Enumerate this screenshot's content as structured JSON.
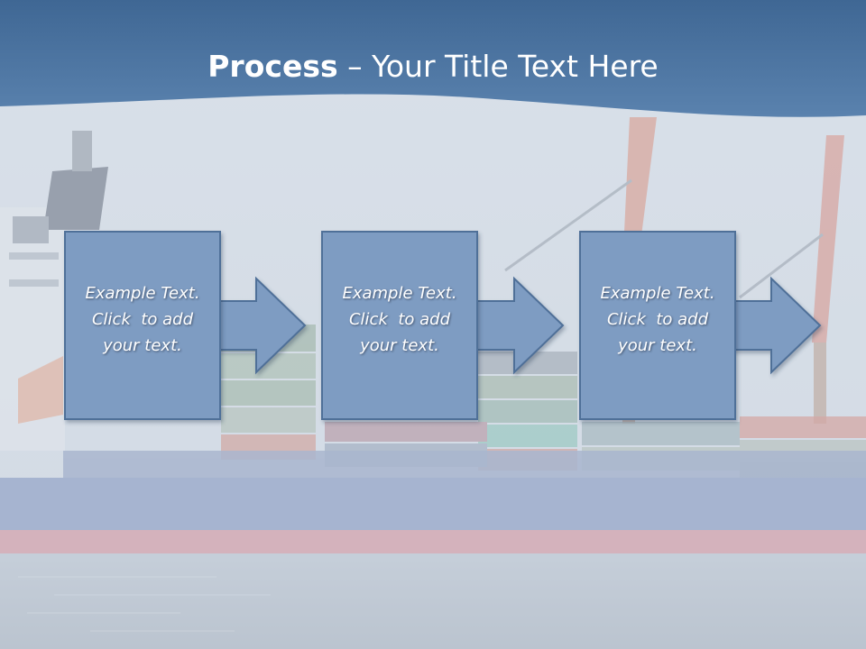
{
  "slide": {
    "title_bold": "Process",
    "title_rest": " – Your Title Text Here"
  },
  "steps": [
    {
      "text_lines": [
        "Example Text.",
        "Click  to add",
        "your text."
      ]
    },
    {
      "text_lines": [
        "Example Text.",
        "Click  to add",
        "your text."
      ]
    },
    {
      "text_lines": [
        "Example Text.",
        "Click  to add",
        "your text."
      ]
    }
  ],
  "colors": {
    "header": "#4e78a6",
    "box_fill": "#7e9cc2",
    "box_border": "#4f6f98",
    "text": "#ffffff"
  }
}
